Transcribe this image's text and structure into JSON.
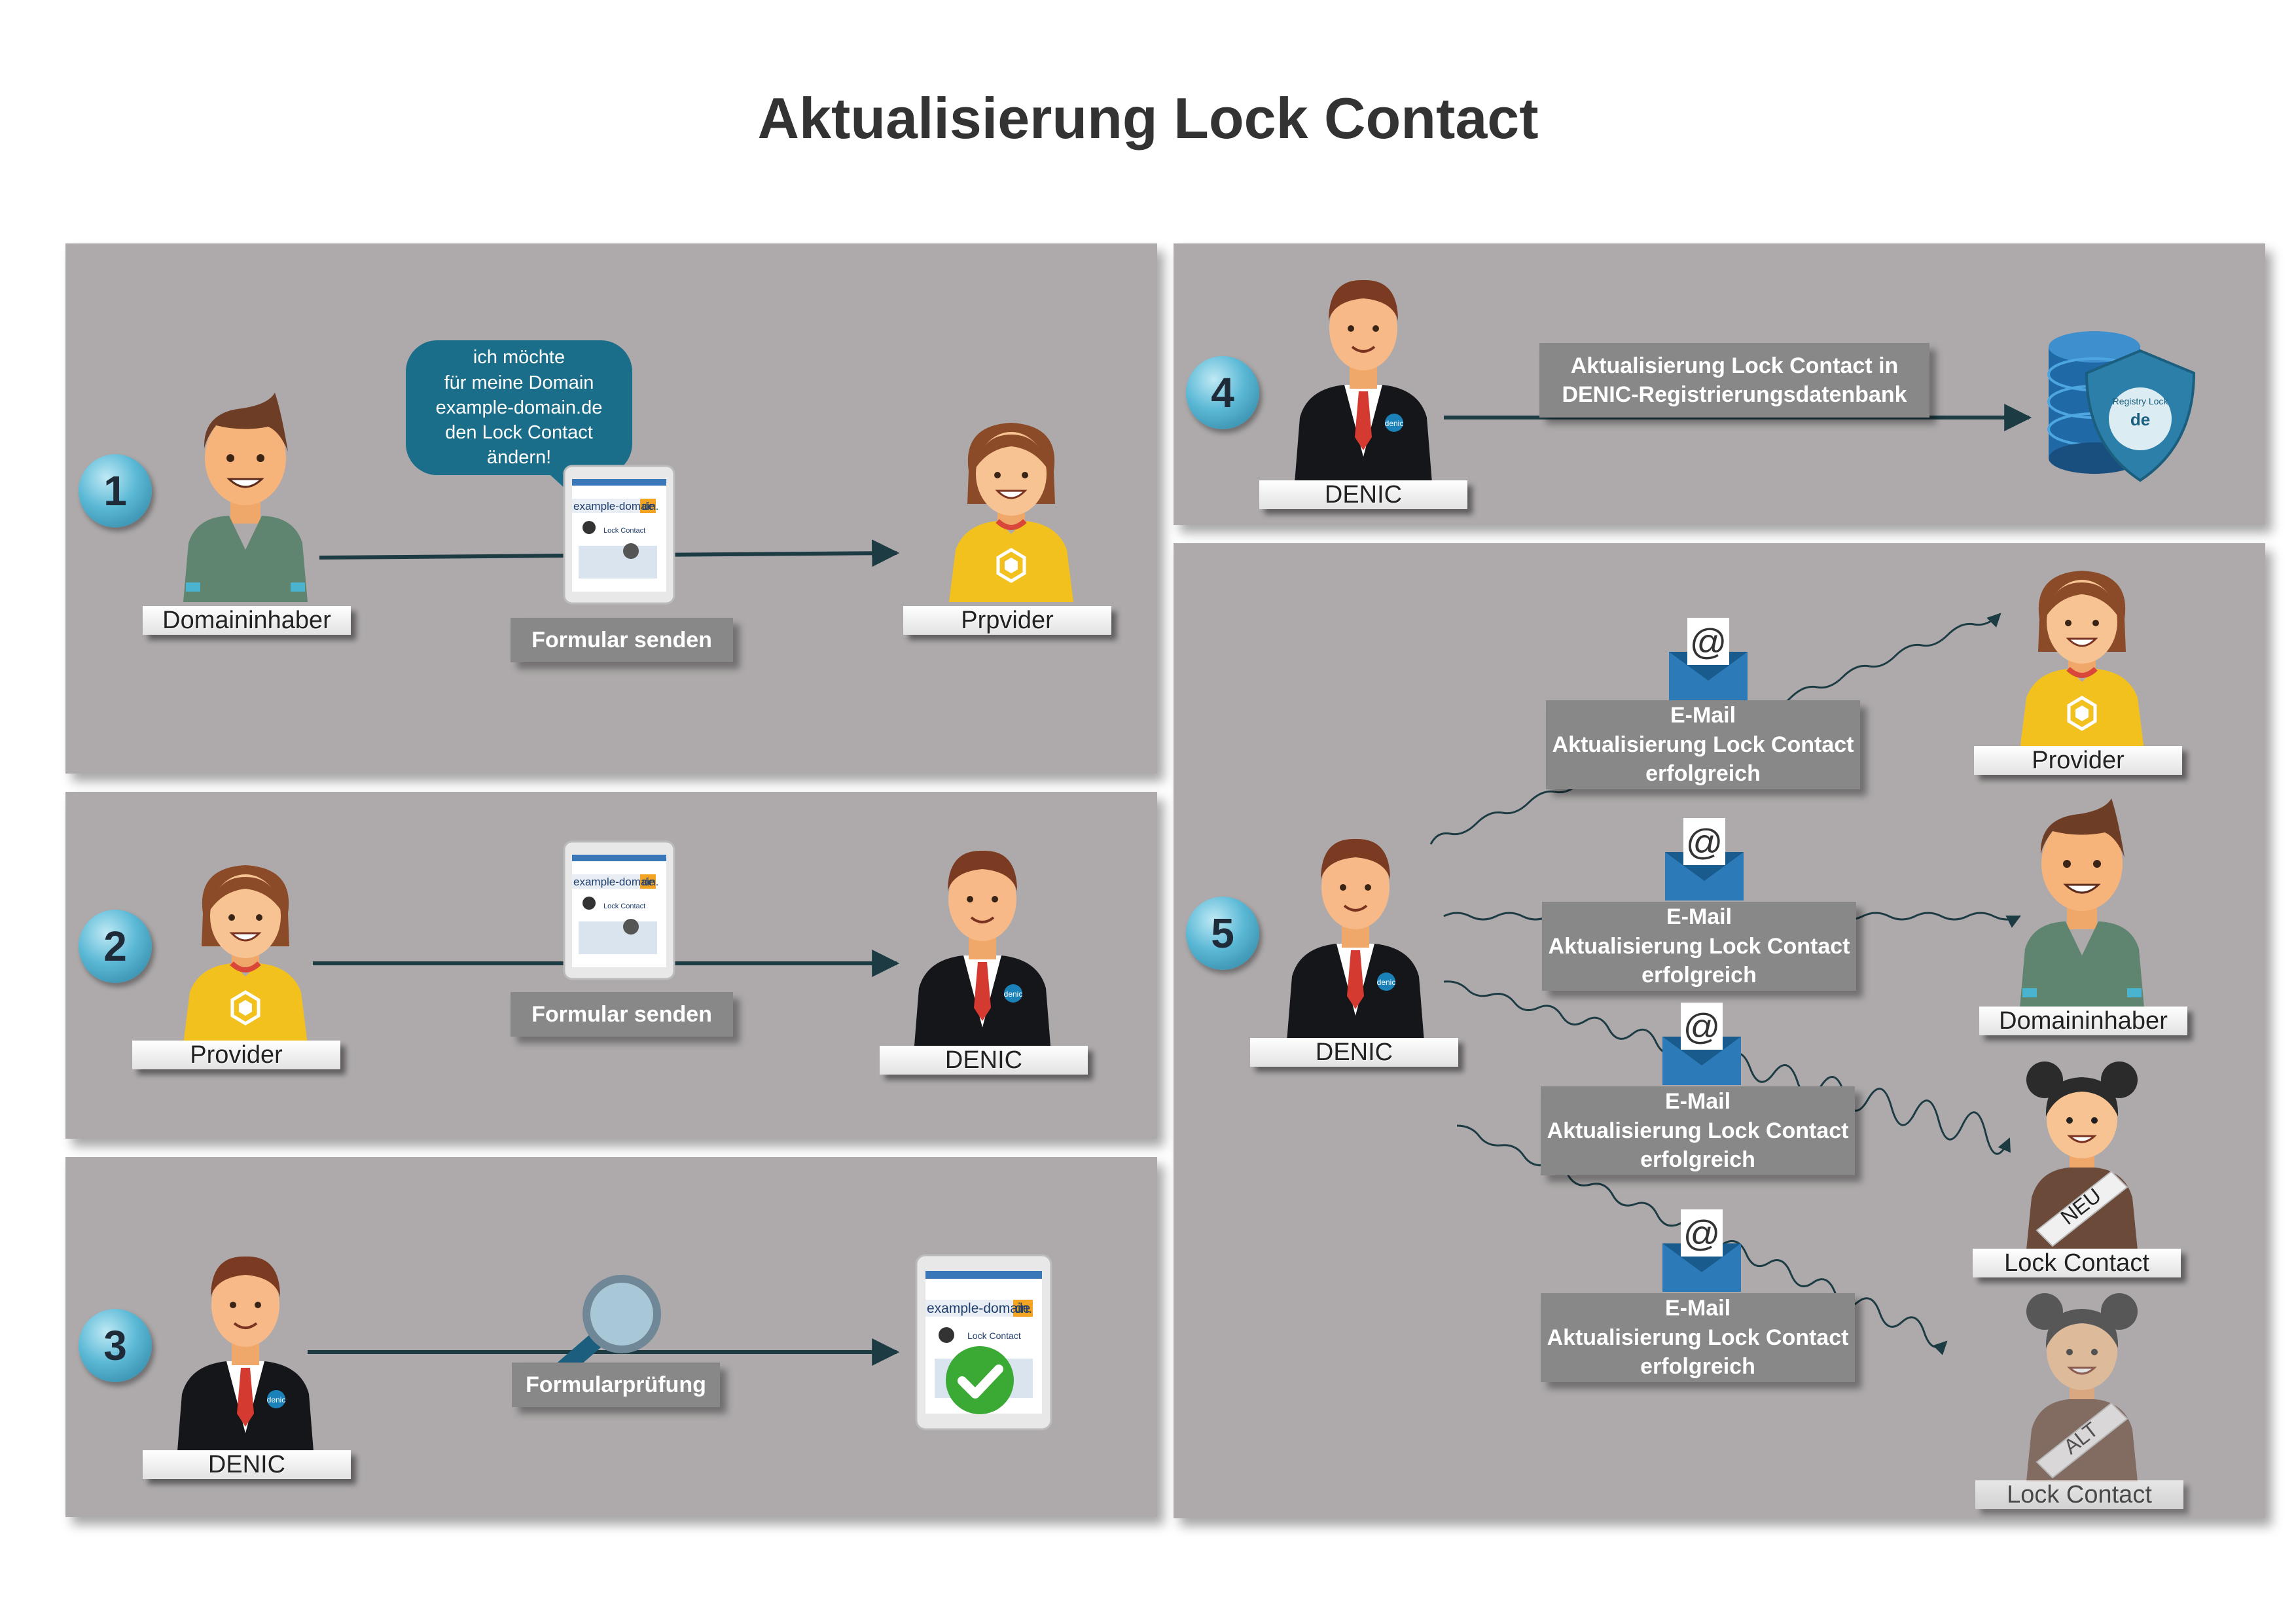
{
  "title": "Aktualisierung Lock Contact",
  "colors": {
    "panel": "#aeaaab",
    "badge": "#5bb9d6",
    "arrow": "#1d3b43",
    "bubble": "#1b6e8a",
    "label_box": "#888888",
    "check": "#3aaa35",
    "db": "#2a7bb5"
  },
  "steps": [
    {
      "number": "1",
      "actors": [
        "Domaininhaber",
        "Prpvider"
      ],
      "action": "Formular senden"
    },
    {
      "number": "2",
      "actors": [
        "Provider",
        "DENIC"
      ],
      "action": "Formular senden"
    },
    {
      "number": "3",
      "actors": [
        "DENIC"
      ],
      "action": "Formularprüfung"
    },
    {
      "number": "4",
      "actors": [
        "DENIC"
      ],
      "action_lines": [
        "Aktualisierung Lock Contact in",
        "DENIC-Registrierungsdatenbank"
      ]
    },
    {
      "number": "5",
      "actors": [
        "DENIC",
        "Provider",
        "Domaininhaber",
        "Lock Contact",
        "Lock Contact"
      ]
    }
  ],
  "bubble_lines": [
    "ich möchte",
    "für meine Domain",
    "example-domain.de",
    "den Lock Contact",
    "ändern!"
  ],
  "email": {
    "title": "E-Mail",
    "line1": "Aktualisierung Lock Contact",
    "line2": "erfolgreich",
    "at_symbol": "@"
  },
  "form": {
    "domain": "example-domain.",
    "tld": "de",
    "subtitle": "Lock Contact"
  },
  "sash": {
    "new": "NEU",
    "old": "ALT"
  },
  "denic_tie_logo": "denic",
  "shield_text": "Registry Lock",
  "shield_tld": "de",
  "icons": [
    "magnifier-icon",
    "checkmark-icon",
    "database-icon",
    "shield-icon",
    "envelope-icon",
    "tablet-form-icon"
  ]
}
